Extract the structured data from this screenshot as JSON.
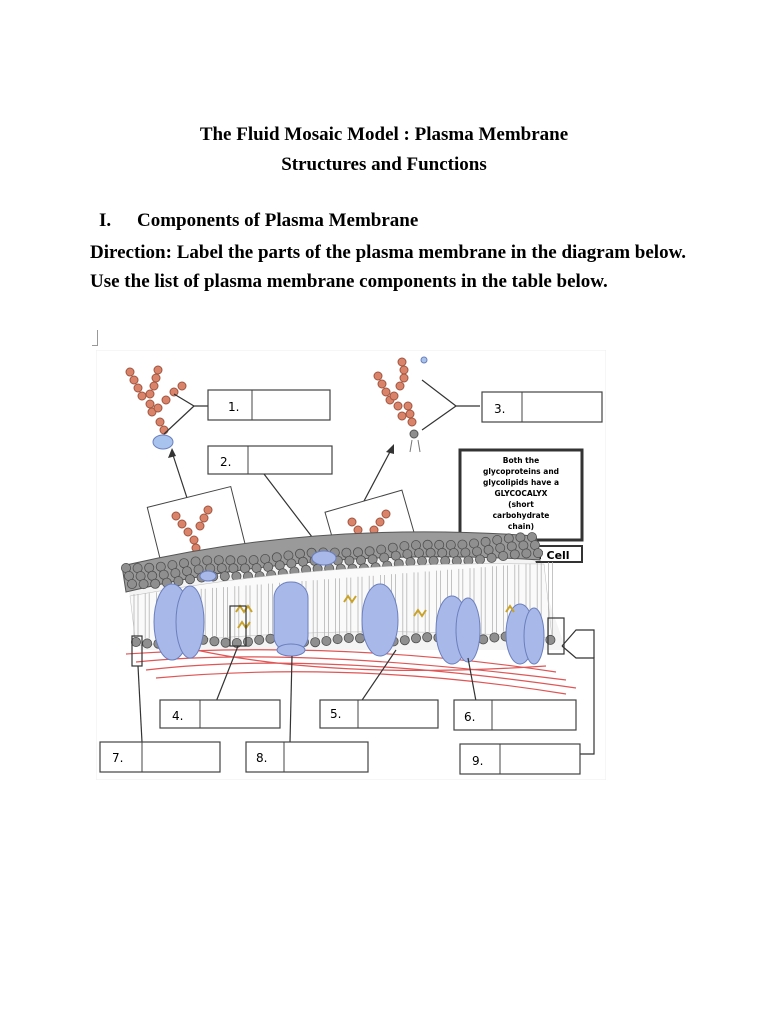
{
  "document": {
    "title_line1": "The Fluid Mosaic Model : Plasma Membrane",
    "title_line2": "Structures and Functions",
    "section_number": "I.",
    "section_title": "Components of Plasma Membrane",
    "direction": "Direction: Label the parts of the plasma membrane in the diagram below. Use the list of plasma membrane components in the table below."
  },
  "diagram": {
    "labels": [
      "1.",
      "2.",
      "3.",
      "4.",
      "5.",
      "6.",
      "7.",
      "8.",
      "9."
    ],
    "note_lines": [
      "Both the",
      "glycoproteins and",
      "glycolipids have a",
      "GLYCOCALYX",
      "(short",
      "carbohydrate",
      "chain)"
    ],
    "outside_label": "Outside of Cell"
  },
  "colors": {
    "lipid_head": "#8f8f8f",
    "protein": "#a8b8e8",
    "carbohydrate": "#d9836b",
    "filament": "#e05555",
    "cholesterol": "#c9a227"
  }
}
